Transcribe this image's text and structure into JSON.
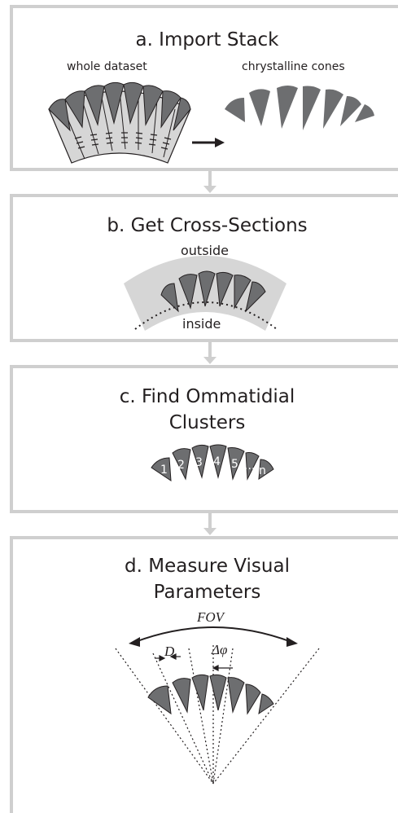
{
  "panels": {
    "a": {
      "title": "a. Import Stack",
      "left_label": "whole dataset",
      "right_label": "chrystalline cones"
    },
    "b": {
      "title": "b. Get Cross-Sections",
      "outside_label": "outside",
      "inside_label": "inside"
    },
    "c": {
      "title_line1": "c. Find Ommatidial",
      "title_line2": "Clusters",
      "cone_labels": [
        "1",
        "2",
        "3",
        "4",
        "5",
        "...",
        "n"
      ]
    },
    "d": {
      "title_line1": "d. Measure Visual",
      "title_line2": "Parameters",
      "fov_label": "FOV",
      "d_label": "D",
      "dphi_label": "Δφ"
    }
  },
  "colors": {
    "frame": "#cfcfcf",
    "cone_fill": "#6d6e70",
    "band_fill": "#d6d6d6",
    "ink": "#231f20"
  }
}
